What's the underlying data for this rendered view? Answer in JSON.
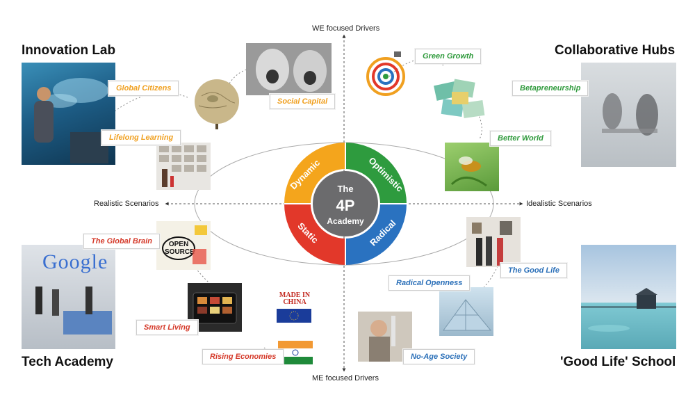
{
  "corners": {
    "top_left": "Innovation Lab",
    "top_right": "Collaborative Hubs",
    "bottom_left": "Tech Academy",
    "bottom_right": "'Good Life' School"
  },
  "axes": {
    "top": "WE focused Drivers",
    "bottom": "ME focused Drivers",
    "left": "Realistic Scenarios",
    "right": "Idealistic Scenarios"
  },
  "hub": {
    "line1": "The",
    "line2": "4P",
    "line3": "Academy",
    "quadrants": {
      "dynamic": "Dynamic",
      "optimistic": "Optimistic",
      "static": "Static",
      "radical": "Radical"
    }
  },
  "drivers": {
    "global_citizens": "Global Citizens",
    "lifelong_learning": "Lifelong Learning",
    "social_capital": "Social Capital",
    "green_growth": "Green Growth",
    "betapreneurship": "Betapreneurship",
    "better_world": "Better World",
    "global_brain": "The Global Brain",
    "smart_living": "Smart Living",
    "rising_economies": "Rising Economies",
    "good_life": "The Good Life",
    "radical_openness": "Radical Openness",
    "no_age_society": "No-Age Society"
  },
  "images": {
    "open_source_sign": "OPEN SOURCE",
    "google_sign": "Google",
    "made_in_china": "MADE IN CHINA"
  },
  "colors": {
    "dynamic": "#f4a51c",
    "optimistic": "#2e9b3e",
    "static": "#e2382a",
    "radical": "#2a72c0",
    "hub": "#6b6b6d"
  }
}
